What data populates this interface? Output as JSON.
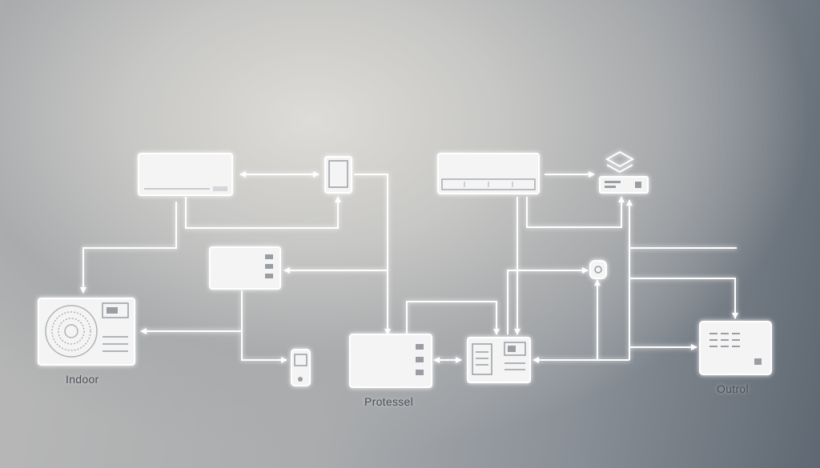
{
  "labels": {
    "indoor": "Indoor",
    "processor": "Protessel",
    "outdoor": "Outrol"
  },
  "colors": {
    "line": "#ffffff",
    "device_fill": "#f4f4f4",
    "device_detail": "#9a9ea3"
  },
  "icons": [
    "split-ac-unit-icon",
    "tablet-icon",
    "wall-ac-unit-icon",
    "router-icon",
    "control-panel-icon",
    "outdoor-fan-unit-icon",
    "sensor-icon",
    "remote-control-icon",
    "processor-box-icon",
    "dual-display-controller-icon",
    "outdoor-unit-icon"
  ]
}
